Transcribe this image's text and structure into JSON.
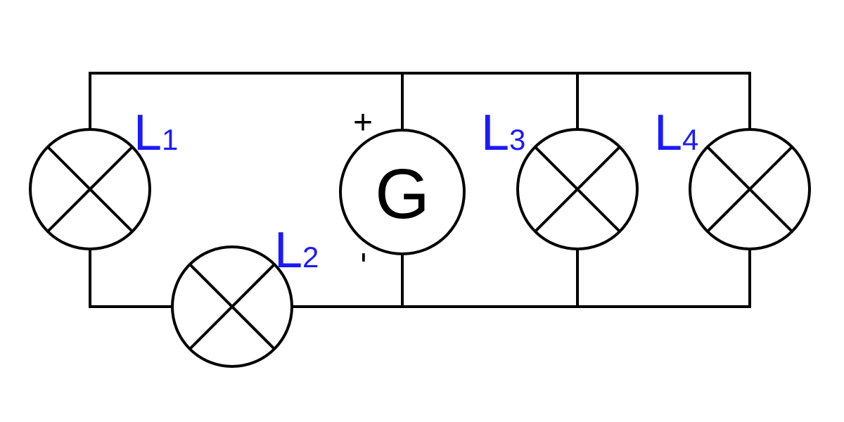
{
  "colors": {
    "wire": "#000000",
    "label": "#1a1aff",
    "background": "#ffffff"
  },
  "lamps": [
    {
      "letter": "L",
      "index": "1",
      "icon": "lamp-cross-icon"
    },
    {
      "letter": "L",
      "index": "2",
      "icon": "lamp-cross-icon"
    },
    {
      "letter": "L",
      "index": "3",
      "icon": "lamp-cross-icon"
    },
    {
      "letter": "L",
      "index": "4",
      "icon": "lamp-cross-icon"
    }
  ],
  "generator": {
    "symbol": "G",
    "plus": "+",
    "minus": "-"
  }
}
